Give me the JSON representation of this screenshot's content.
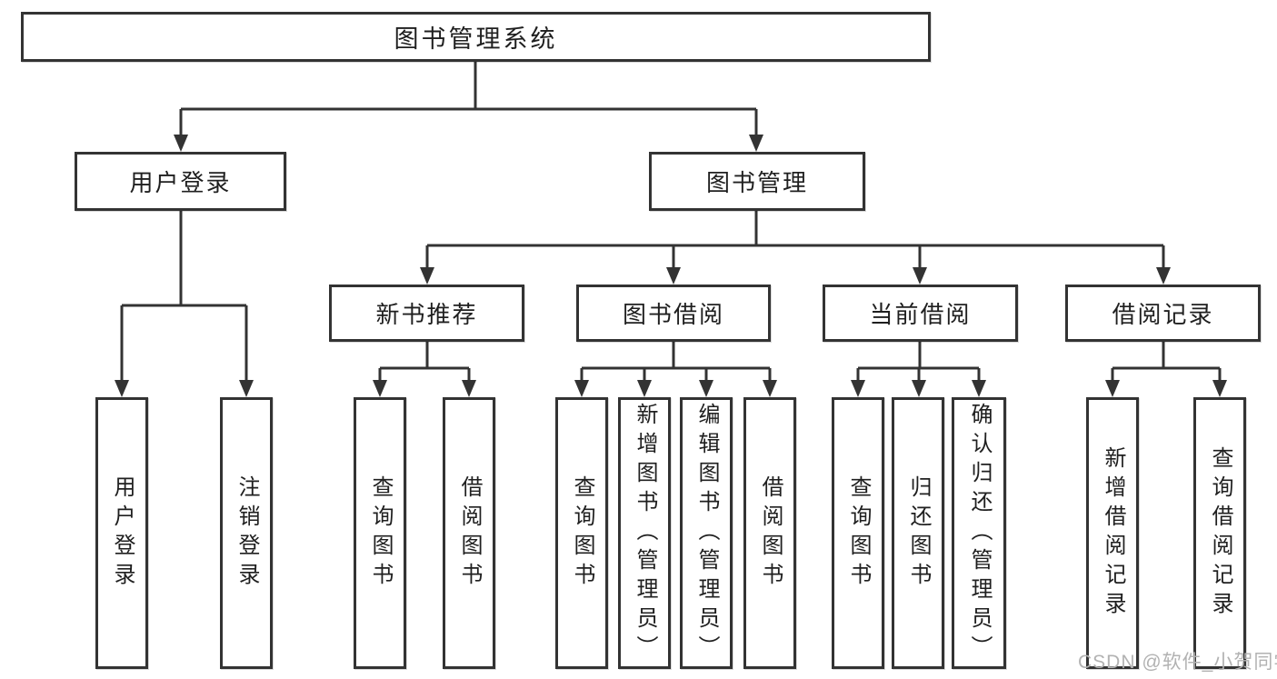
{
  "colors": {
    "line": "#333333",
    "box_border": "#333333",
    "text": "#1f1f1f",
    "background": "#ffffff",
    "watermark": "#b2b2b2"
  },
  "root": {
    "label": "图书管理系统"
  },
  "level2": [
    {
      "label": "用户登录"
    },
    {
      "label": "图书管理"
    }
  ],
  "level3": [
    {
      "label": "新书推荐"
    },
    {
      "label": "图书借阅"
    },
    {
      "label": "当前借阅"
    },
    {
      "label": "借阅记录"
    }
  ],
  "leaves": [
    {
      "label": "用户登录"
    },
    {
      "label": "注销登录"
    },
    {
      "label": "查询图书"
    },
    {
      "label": "借阅图书"
    },
    {
      "label": "查询图书"
    },
    {
      "label": "新增图书（管理员）"
    },
    {
      "label": "编辑图书（管理员）"
    },
    {
      "label": "借阅图书"
    },
    {
      "label": "查询图书"
    },
    {
      "label": "归还图书"
    },
    {
      "label": "确认归还（管理员）"
    },
    {
      "label": "新增借阅记录"
    },
    {
      "label": "查询借阅记录"
    }
  ],
  "watermark": {
    "text": "CSDN @软件_小贺同学"
  },
  "hierarchy": {
    "图书管理系统": {
      "用户登录": [
        "用户登录",
        "注销登录"
      ],
      "图书管理": {
        "新书推荐": [
          "查询图书",
          "借阅图书"
        ],
        "图书借阅": [
          "查询图书",
          "新增图书（管理员）",
          "编辑图书（管理员）",
          "借阅图书"
        ],
        "当前借阅": [
          "查询图书",
          "归还图书",
          "确认归还（管理员）"
        ],
        "借阅记录": [
          "新增借阅记录",
          "查询借阅记录"
        ]
      }
    }
  }
}
